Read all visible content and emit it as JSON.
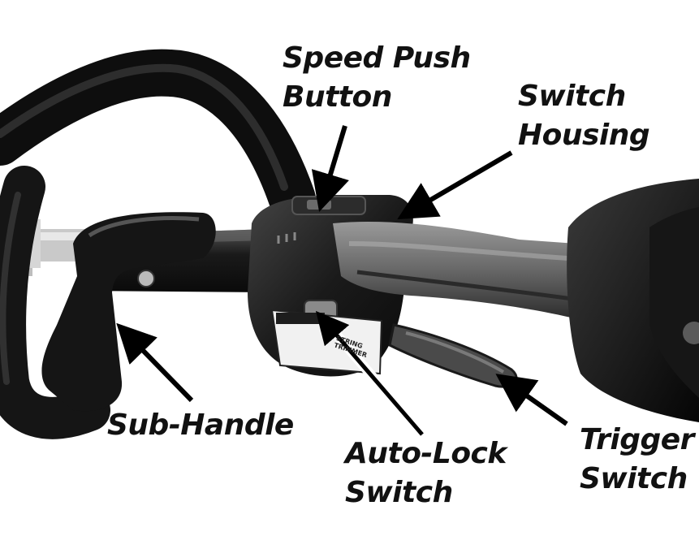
{
  "labels": {
    "speed_push_button": {
      "line1": "Speed Push",
      "line2": "Button"
    },
    "switch_housing": {
      "line1": "Switch",
      "line2": "Housing"
    },
    "sub_handle": {
      "line1": "Sub-Handle"
    },
    "auto_lock_switch": {
      "line1": "Auto-Lock",
      "line2": "Switch"
    },
    "trigger_switch": {
      "line1": "Trigger",
      "line2": "Switch"
    }
  },
  "housing_text": {
    "line1": "STRING",
    "line2": "TRIMMER"
  },
  "colors": {
    "background": "#ffffff",
    "text": "#111111",
    "arrow": "#000000",
    "housing": "#1c1c1c",
    "grip": "#6a6a6a",
    "shaft": "#222222"
  }
}
